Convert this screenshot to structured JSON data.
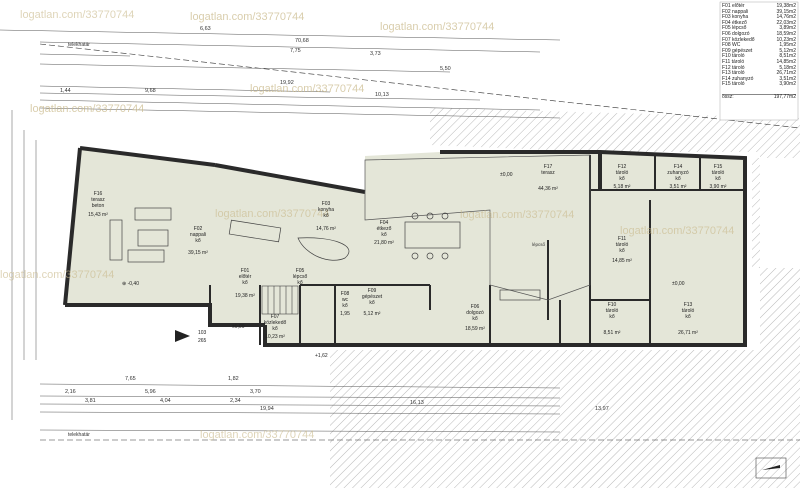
{
  "watermark": "logatlan.com/33770744",
  "legend": {
    "rooms": [
      {
        "label": "F01 előtér",
        "area": "19,38m2"
      },
      {
        "label": "F02 nappali",
        "area": "39,15m2"
      },
      {
        "label": "F03 konyha",
        "area": "14,76m2"
      },
      {
        "label": "F04 étkező",
        "area": "22,03m2"
      },
      {
        "label": "F05 lépcső",
        "area": "3,89m2"
      },
      {
        "label": "F06 dolgozó",
        "area": "18,59m2"
      },
      {
        "label": "F07 közlekedő",
        "area": "10,23m2"
      },
      {
        "label": "F08 WC",
        "area": "1,95m2"
      },
      {
        "label": "F09 gépészet",
        "area": "5,12m2"
      },
      {
        "label": "F10 tároló",
        "area": "8,51m2"
      },
      {
        "label": "F11 tároló",
        "area": "14,85m2"
      },
      {
        "label": "F12 tároló",
        "area": "5,18m2"
      },
      {
        "label": "F13 tároló",
        "area": "26,71m2"
      },
      {
        "label": "F14 zuhanyzó",
        "area": "3,51m2"
      },
      {
        "label": "F15 tároló",
        "area": "3,90m2"
      }
    ],
    "total_label": "össz:",
    "total_value": "197,77m2"
  },
  "labels": {
    "telekhatar_top": "telekhatár",
    "telekhatar_bottom": "telekhatár",
    "lepcso_note": "lépcső",
    "bejarat_plus": "+1,62",
    "fall_arrow": "⊕ -0,40",
    "floor_pm": "±0,00",
    "dim_top_1": "6,63",
    "dim_top_2": "70,68",
    "dim_top_3": "7,75",
    "dim_top_4": "3,73",
    "dim_top_5": "5,50",
    "dim_top_6": "19,92",
    "dim_top_7": "9,68",
    "dim_top_8": "10,13",
    "dim_top_9": "1,44",
    "dim_bot_1": "7,65",
    "dim_bot_2": "1,82",
    "dim_bot_3": "3,70",
    "dim_bot_4": "2,16",
    "dim_bot_5": "5,96",
    "dim_bot_6": "3,81",
    "dim_bot_7": "4,04",
    "dim_bot_8": "2,34",
    "dim_bot_9": "19,94",
    "dim_bot_10": "16,13",
    "dim_bot_11": "13,97",
    "door_103": "103",
    "door_265": "265"
  },
  "rooms": {
    "F16": {
      "code": "F16",
      "name": "terasz",
      "sub": "beton",
      "area": "15,43 m²"
    },
    "F02": {
      "code": "F02",
      "name": "nappali",
      "sub": "kő",
      "area": "39,15 m²"
    },
    "F03": {
      "code": "F03",
      "name": "konyha",
      "sub": "kő",
      "area": "14,76 m²"
    },
    "F04": {
      "code": "F04",
      "name": "étkező",
      "sub": "kő",
      "area": "21,80 m²"
    },
    "F01": {
      "code": "F01",
      "name": "előtér",
      "sub": "kő",
      "area": "19,38 m²"
    },
    "F05": {
      "code": "F05",
      "name": "lépcső",
      "sub": "kő"
    },
    "F07": {
      "code": "F07",
      "name": "közlekedő",
      "sub": "kő",
      "area": "10,23 m²"
    },
    "F08": {
      "code": "F08",
      "name": "wc",
      "sub": "kő",
      "area": "1,95"
    },
    "F09": {
      "code": "F09",
      "name": "gépészet",
      "sub": "kő",
      "area": "5,12 m²"
    },
    "F06": {
      "code": "F06",
      "name": "dolgozó",
      "sub": "kő",
      "area": "18,59 m²"
    },
    "F17": {
      "code": "F17",
      "name": "terasz",
      "sub": "",
      "area": "44,36 m²"
    },
    "F12": {
      "code": "F12",
      "name": "tároló",
      "sub": "kő",
      "area": "5,18 m²"
    },
    "F14": {
      "code": "F14",
      "name": "zuhanyzó",
      "sub": "kő",
      "area": "3,51 m²"
    },
    "F15": {
      "code": "F15",
      "name": "tároló",
      "sub": "kő",
      "area": "3,90 m²"
    },
    "F11": {
      "code": "F11",
      "name": "tároló",
      "sub": "kő",
      "area": "14,85 m²"
    },
    "F10": {
      "code": "F10",
      "name": "tároló",
      "sub": "kő",
      "area": "8,51 m²"
    },
    "F13": {
      "code": "F13",
      "name": "tároló",
      "sub": "kő",
      "area": "26,71 m²"
    }
  },
  "colors": {
    "wall": "#2a2a2a",
    "floor": "#e4e6d8",
    "hatch": "#8a8a8a",
    "dim": "#555555",
    "watermark": "#c9b98a"
  }
}
